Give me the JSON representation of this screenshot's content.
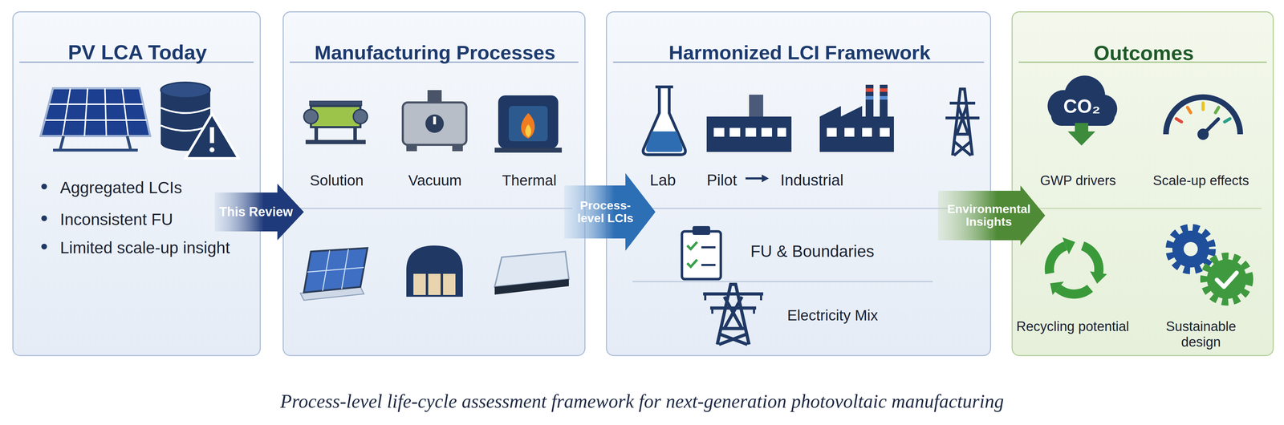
{
  "diagram": {
    "caption": "Process-level life-cycle assessment framework for next-generation photovoltaic manufacturing",
    "nodes": [
      {
        "text": [
          "PV LCA Today",
          "Aggregated LCIs",
          "Inconsistent FU",
          "Limited scale-up insight"
        ]
      },
      {
        "text": [
          "Manufacturing Processes",
          "Solution",
          "Vacuum",
          "Thermal"
        ]
      },
      {
        "text": [
          "Harmonized LCI Framework",
          "Lab",
          "Pilot",
          "Industrial",
          "FU & Boundaries",
          "Electricity Mix"
        ]
      },
      {
        "text": [
          "Outcomes",
          "GWP drivers",
          "Scale-up effects",
          "Recycling potential",
          "Sustainable design"
        ]
      }
    ],
    "edges": [
      {
        "from": 0,
        "to": 1,
        "arrow": "to",
        "label": "This Review"
      },
      {
        "from": 1,
        "to": 2,
        "arrow": "to",
        "label": "Process-level LCIs"
      },
      {
        "from": 2,
        "to": 3,
        "arrow": "to",
        "label": "Environmental Insights"
      }
    ],
    "labels": [
      "CO₂"
    ]
  }
}
